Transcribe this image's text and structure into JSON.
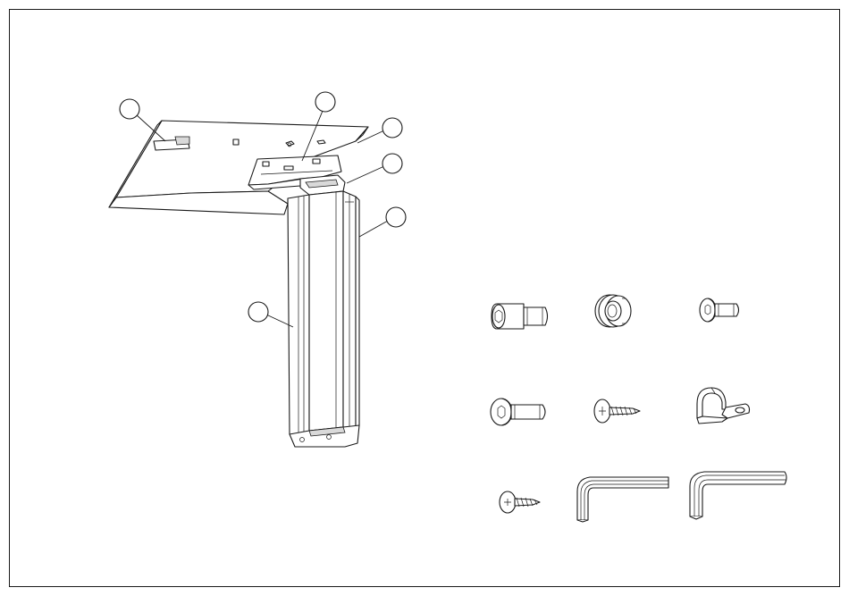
{
  "drawing": {
    "frame_color": "#1a1a1a",
    "background": "#ffffff",
    "callouts": [
      {
        "id": "callout-1",
        "label": ""
      },
      {
        "id": "callout-2",
        "label": ""
      },
      {
        "id": "callout-3",
        "label": ""
      },
      {
        "id": "callout-4",
        "label": ""
      },
      {
        "id": "callout-5",
        "label": ""
      },
      {
        "id": "callout-6",
        "label": ""
      }
    ],
    "hardware": [
      {
        "id": "hex-socket-cap-bolt",
        "icon": "socket-cap-bolt-icon"
      },
      {
        "id": "grommet-bushing",
        "icon": "grommet-icon"
      },
      {
        "id": "button-head-bolt-short",
        "icon": "button-head-bolt-icon"
      },
      {
        "id": "button-head-bolt-long",
        "icon": "button-head-bolt-icon"
      },
      {
        "id": "phillips-wood-screw-large",
        "icon": "wood-screw-icon"
      },
      {
        "id": "cable-clamp",
        "icon": "cable-clamp-icon"
      },
      {
        "id": "phillips-wood-screw-small",
        "icon": "wood-screw-icon"
      },
      {
        "id": "allen-key-small",
        "icon": "allen-key-icon"
      },
      {
        "id": "allen-key-large",
        "icon": "allen-key-icon"
      }
    ]
  }
}
